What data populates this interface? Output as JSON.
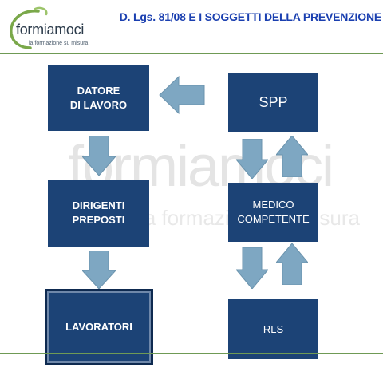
{
  "header": {
    "logo_word": "formiamoci",
    "logo_tagline": "la formazione su misura",
    "title": "D. Lgs. 81/08 E I SOGGETTI DELLA PREVENZIONE"
  },
  "watermark": {
    "word": "formiamoci",
    "tagline": "la formazione su misura"
  },
  "boxes": {
    "datore": "DATORE\nDI LAVORO",
    "dirigenti": "DIRIGENTI\nPREPOSTI",
    "lavoratori": "LAVORATORI",
    "spp": "SPP",
    "medico": "MEDICO\nCOMPETENTE",
    "rls": "RLS"
  },
  "colors": {
    "box": "#1c4376",
    "arrow": "#7ea7c2",
    "title": "#1a3fb0",
    "rule": "#6f9a55"
  }
}
